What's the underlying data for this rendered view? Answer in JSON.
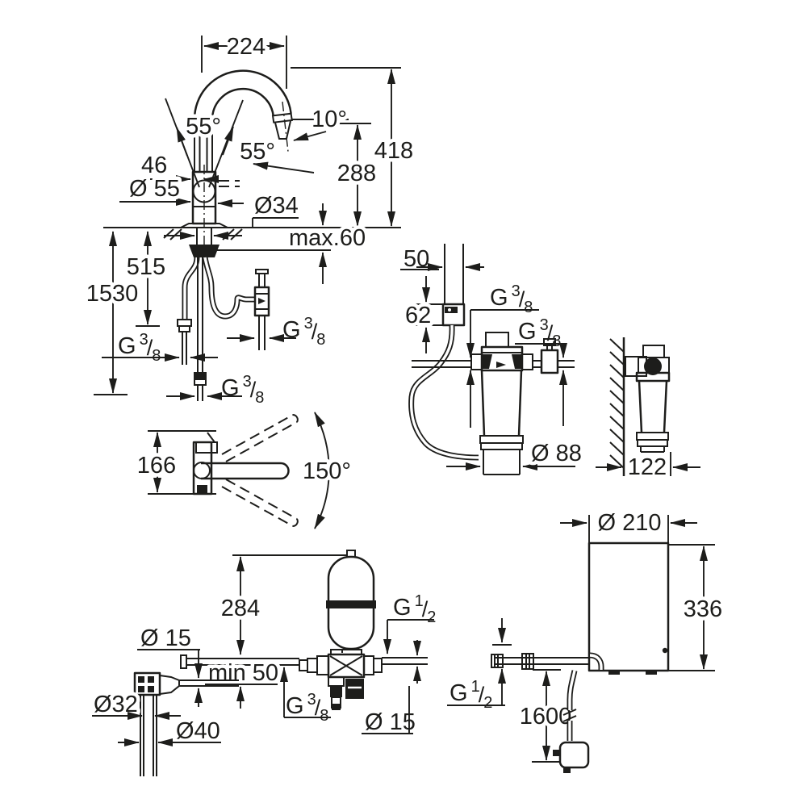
{
  "drawing": {
    "background": "#ffffff",
    "line_color": "#1d1d1b",
    "description": "Technical dimension drawing of a kitchen mixer tap with under-sink filter, expansion tank and boiler"
  },
  "threads": {
    "g38": {
      "prefix": "G",
      "numerator": "3",
      "slash": "/",
      "denominator": "8"
    },
    "g12": {
      "prefix": "G",
      "numerator": "1",
      "slash": "/",
      "denominator": "2"
    }
  },
  "faucet_front": {
    "spout_reach": "224",
    "swivel_left": "55°",
    "lever_angle": "55°",
    "spout_tilt": "10°",
    "height_total": "418",
    "height_outlet": "288",
    "lever_offset": "46",
    "body_diameter": "Ø 55",
    "shank_diameter": "Ø34",
    "deck_thickness": "max.60",
    "hose_length_mid": "515",
    "hose_length_total": "1530"
  },
  "top_view": {
    "body_height": "166",
    "swivel_range": "150°"
  },
  "filter_unit": {
    "pipe_offset": "50",
    "box_height": "62",
    "cartridge_diameter": "Ø 88",
    "wall_distance": "122"
  },
  "tank_unit": {
    "tank_height": "284",
    "pipe_diameter": "Ø 15",
    "min_clearance": "min 50",
    "drain_inner_diameter": "Ø32",
    "drain_outer_diameter": "Ø40",
    "outlet_diameter": "Ø 15"
  },
  "boiler_unit": {
    "diameter": "Ø 210",
    "height": "336",
    "cable_length": "1600"
  }
}
